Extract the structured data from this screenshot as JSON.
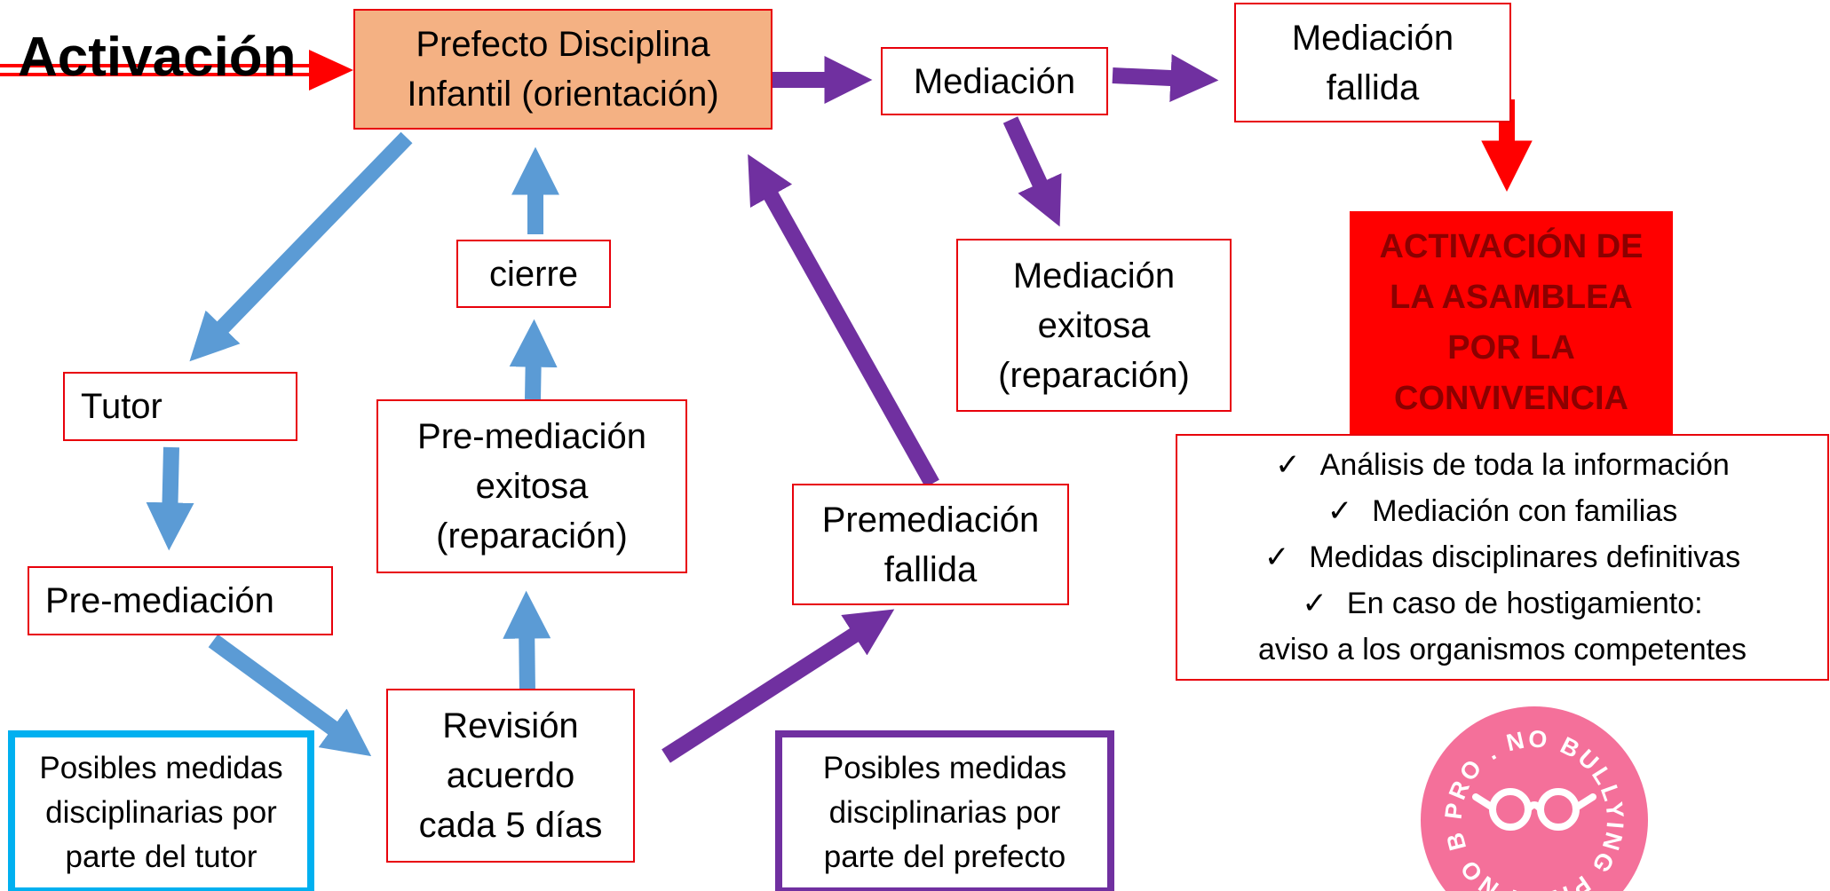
{
  "colors": {
    "blue_arrow": "#5b9bd5",
    "purple_arrow": "#7030a0",
    "red_arrow": "#ff0000",
    "box_border": "#e8000b",
    "orange_fill": "#f4b183",
    "red_fill": "#ff0000",
    "dark_red_text": "#8b0000",
    "note_blue_border": "#00b0f0",
    "note_purple_border": "#7030a0",
    "logo_pink": "#f4709a"
  },
  "labels": {
    "activacion": "Activación"
  },
  "nodes": {
    "prefecto": "Prefecto Disciplina\nInfantil (orientación)",
    "mediacion": "Mediación",
    "mediacion_fallida": "Mediación\nfallida",
    "asamblea": "ACTIVACIÓN DE\nLA ASAMBLEA\nPOR LA\nCONVIVENCIA",
    "mediacion_exitosa": "Mediación\nexitosa\n(reparación)",
    "cierre": "cierre",
    "tutor": "Tutor",
    "pre_mediacion_exitosa": "Pre-mediación\nexitosa\n(reparación)",
    "premediacion_fallida": "Premediación\nfallida",
    "pre_mediacion": "Pre-mediación",
    "revision": "Revisión\nacuerdo\ncada 5 días",
    "medidas_tutor": "Posibles medidas\ndisciplinarias por\nparte del tutor",
    "medidas_prefecto": "Posibles medidas\ndisciplinarias por\nparte del prefecto"
  },
  "asamblea_actions": {
    "check_glyph": "✓",
    "items": [
      "Análisis de toda la información",
      "Mediación con familias",
      "Medidas disciplinares definitivas",
      "En caso de hostigamiento:"
    ],
    "last_line": "aviso a los  organismos competentes"
  },
  "logo": {
    "icon": "glasses-icon",
    "ring_text": "PRO . NO BULLYING PRO . NO BULLYING "
  }
}
